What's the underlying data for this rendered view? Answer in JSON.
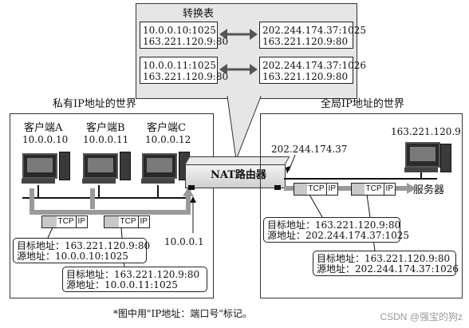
{
  "table": {
    "title": "转换表",
    "row1": {
      "left1": "10.0.0.10:1025",
      "left2": "163.221.120.9:80",
      "right1": "202.244.174.37:1025",
      "right2": "163.221.120.9:80"
    },
    "row2": {
      "left1": "10.0.0.11:1025",
      "left2": "163.221.120.9:80",
      "right1": "202.244.174.37:1026",
      "right2": "163.221.120.9:80"
    }
  },
  "private_world": {
    "title": "私有IP地址的世界",
    "clients": [
      {
        "name": "客户端A",
        "ip": "10.0.0.10"
      },
      {
        "name": "客户端B",
        "ip": "10.0.0.11"
      },
      {
        "name": "客户端C",
        "ip": "10.0.0.12"
      }
    ],
    "router_inner_ip": "10.0.0.1",
    "packet_label": {
      "tcp": "TCP",
      "ip": "IP"
    },
    "addr1": {
      "dst_label": "目标地址：",
      "dst": "163.221.120.9:80",
      "src_label": "源地址：",
      "src": "10.0.0.10:1025"
    },
    "addr2": {
      "dst_label": "目标地址：",
      "dst": "163.221.120.9:80",
      "src_label": "源地址：",
      "src": "10.0.0.11:1025"
    }
  },
  "global_world": {
    "title": "全局IP地址的世界",
    "server_ip": "163.221.120.9",
    "server_label": "服务器",
    "router_outer_ip": "202.244.174.37",
    "addr1": {
      "dst_label": "目标地址：",
      "dst": "163.221.120.9:80",
      "src_label": "源地址：",
      "src": "202.244.174.37:1025"
    },
    "addr2": {
      "dst_label": "目标地址：",
      "dst": "163.221.120.9:80",
      "src_label": "源地址：",
      "src": "202.244.174.37:1026"
    }
  },
  "router": {
    "label": "NAT路由器"
  },
  "footnote": "*图中用\"IP地址：端口号\"标记。",
  "watermark": "CSDN @强宝的狗z"
}
